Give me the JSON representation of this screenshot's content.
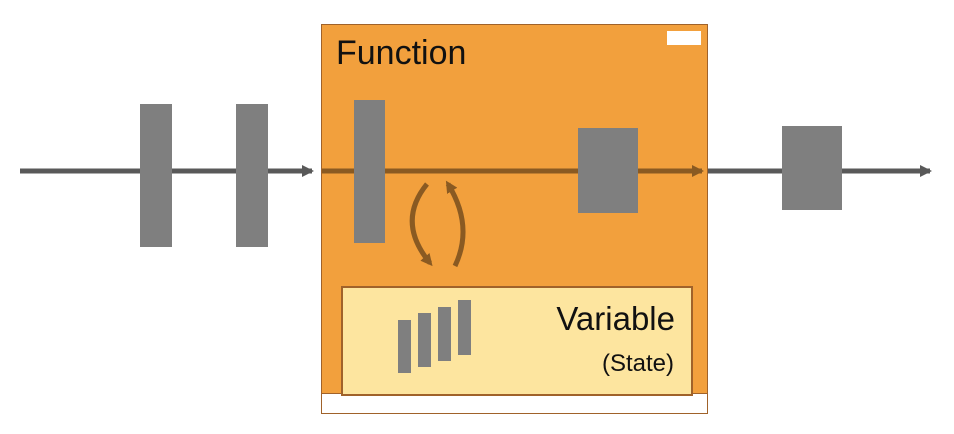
{
  "function": {
    "title": "Function"
  },
  "variable": {
    "label": "Variable",
    "sublabel": "(State)"
  },
  "colors": {
    "function_fill": "#f2a03d",
    "variable_fill": "#fde59f",
    "box_border": "#a0622a",
    "flow_line": "#595959",
    "flow_line_inside": "#8a5a22",
    "block_gray": "#7f7f7f",
    "loop_arrow": "#8a5a22"
  }
}
